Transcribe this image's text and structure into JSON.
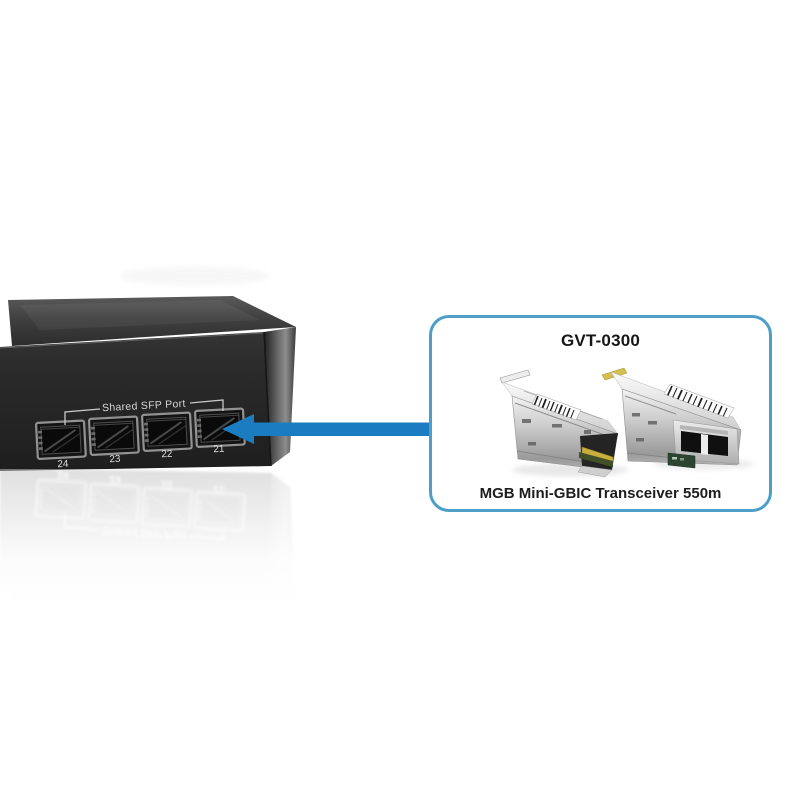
{
  "page": {
    "background": "#ffffff"
  },
  "switch": {
    "shared_port_label": "Shared SFP Port",
    "ports": [
      "24",
      "23",
      "22",
      "21"
    ],
    "chassis_color": "#262626"
  },
  "arrow": {
    "color": "#1b7cc2",
    "direction": "left"
  },
  "callout": {
    "title": "GVT-0300",
    "caption": "MGB Mini-GBIC Transceiver 550m",
    "border_color": "#4d9fc7"
  }
}
